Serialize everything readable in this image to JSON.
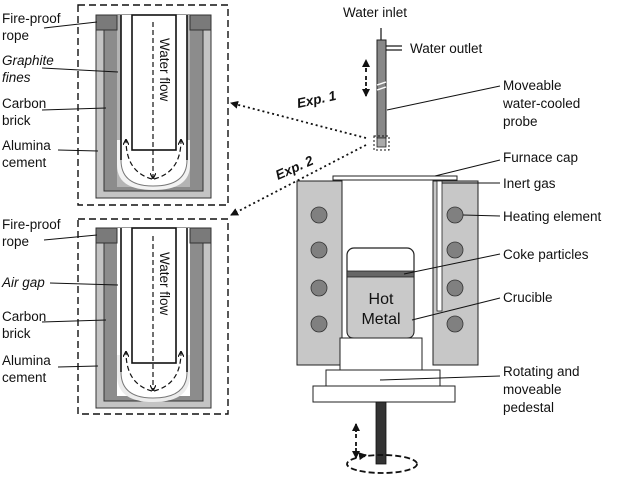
{
  "detail_exp1": {
    "fireproof_rope": [
      "Fire-proof",
      "rope"
    ],
    "fill_material": [
      "Graphite",
      "fines"
    ],
    "carbon_brick": [
      "Carbon",
      "brick"
    ],
    "alumina_cement": [
      "Alumina",
      "cement"
    ],
    "flow_text": "Water flow"
  },
  "detail_exp2": {
    "fireproof_rope": [
      "Fire-proof",
      "rope"
    ],
    "fill_material": [
      "Air gap"
    ],
    "carbon_brick": [
      "Carbon",
      "brick"
    ],
    "alumina_cement": [
      "Alumina",
      "cement"
    ],
    "flow_text": "Water flow"
  },
  "experiments": {
    "exp1": "Exp. 1",
    "exp2": "Exp. 2"
  },
  "furnace": {
    "water_inlet": "Water inlet",
    "water_outlet": "Water outlet",
    "probe": [
      "Moveable",
      "water-cooled",
      "probe"
    ],
    "furnace_cap": "Furnace cap",
    "inert_gas": "Inert gas",
    "heating_element": "Heating element",
    "coke_particles": "Coke particles",
    "crucible": "Crucible",
    "hot_metal": [
      "Hot",
      "Metal"
    ],
    "pedestal": [
      "Rotating and",
      "moveable",
      "pedestal"
    ]
  }
}
